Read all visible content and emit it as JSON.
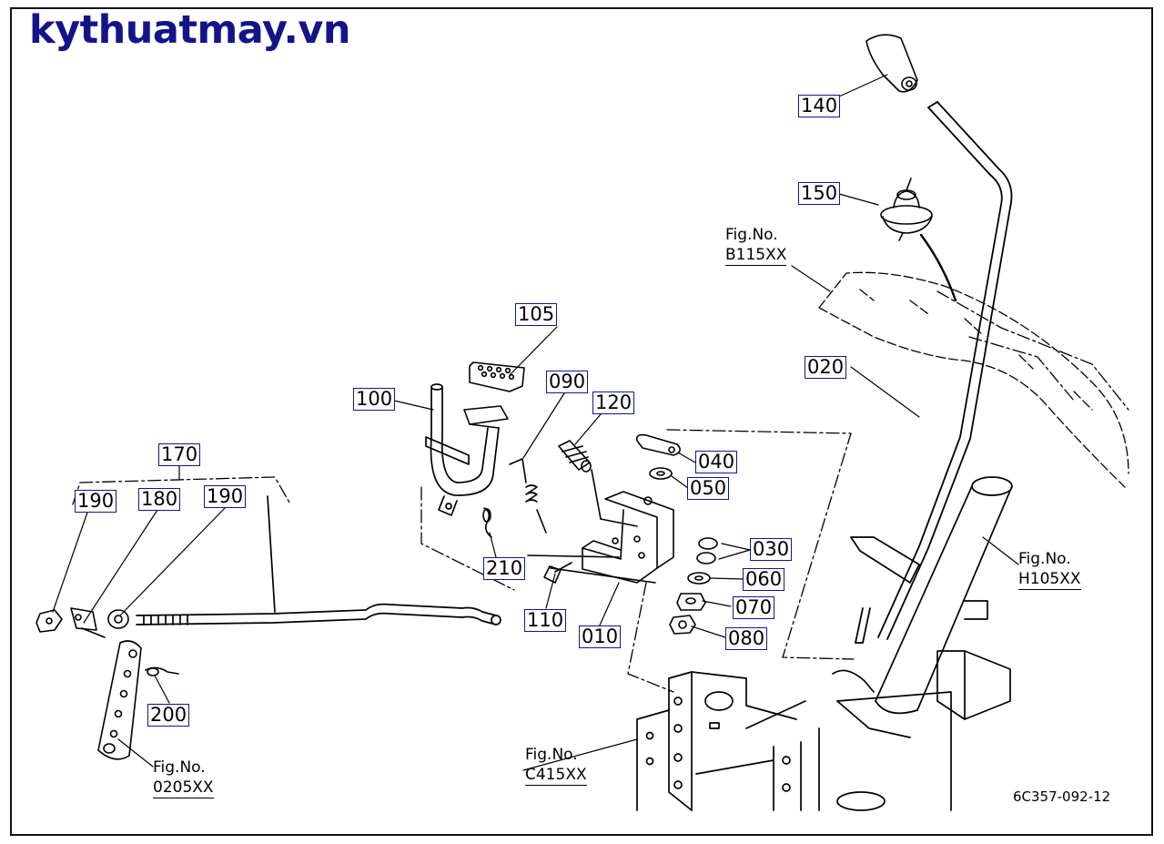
{
  "watermark": "kythuatmay.vn",
  "drawing_number": "6C357-092-12",
  "part_labels": {
    "p010": "010",
    "p020": "020",
    "p030": "030",
    "p040": "040",
    "p050": "050",
    "p060": "060",
    "p070": "070",
    "p080": "080",
    "p090": "090",
    "p100": "100",
    "p105": "105",
    "p110": "110",
    "p120": "120",
    "p140": "140",
    "p150": "150",
    "p170": "170",
    "p180": "180",
    "p190a": "190",
    "p190b": "190",
    "p200": "200",
    "p210": "210"
  },
  "figure_refs": {
    "b115": {
      "label": "Fig.No.",
      "code": "B115XX"
    },
    "h105": {
      "label": "Fig.No.",
      "code": "H105XX"
    },
    "c415": {
      "label": "Fig.No.",
      "code": "C415XX"
    },
    "f0205": {
      "label": "Fig.No.",
      "code": "0205XX"
    }
  }
}
